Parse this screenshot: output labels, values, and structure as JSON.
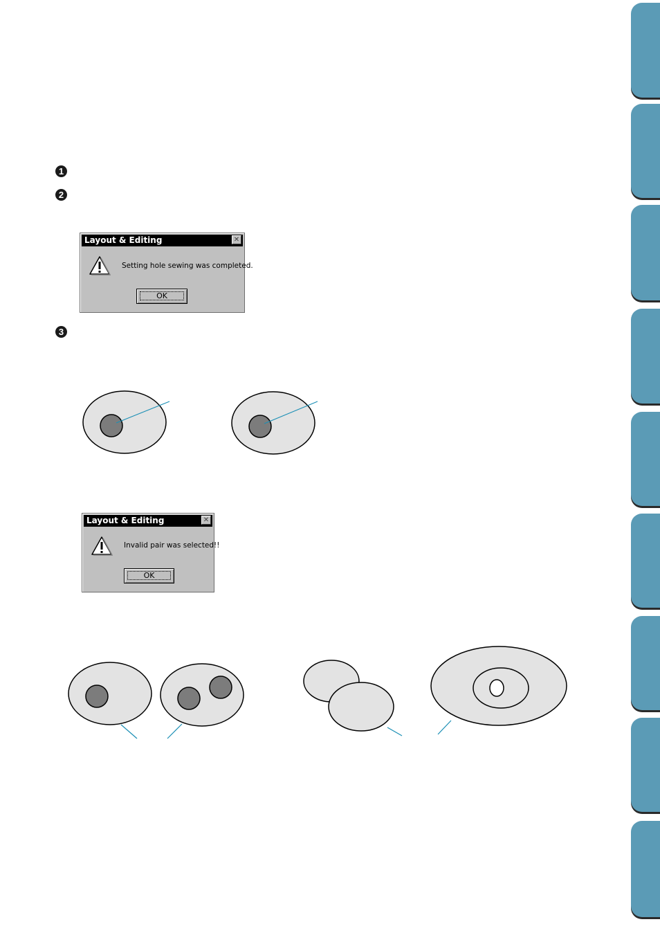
{
  "steps": [
    {
      "number": "1"
    },
    {
      "number": "2"
    },
    {
      "number": "3"
    }
  ],
  "dialogs": [
    {
      "title": "Layout & Editing",
      "close_glyph": "✕",
      "icon": "warning-icon",
      "message": "Setting hole sewing was completed.",
      "ok_label": "OK"
    },
    {
      "title": "Layout & Editing",
      "close_glyph": "✕",
      "icon": "warning-icon",
      "message": "Invalid pair was selected!!",
      "ok_label": "OK"
    }
  ],
  "colors": {
    "side_tab": "#5b9bb6",
    "shape_fill": "#e3e3e3",
    "hole_fill": "#7c7c7c",
    "leader_line": "#1b8fb5"
  },
  "side_tabs_count": 9
}
